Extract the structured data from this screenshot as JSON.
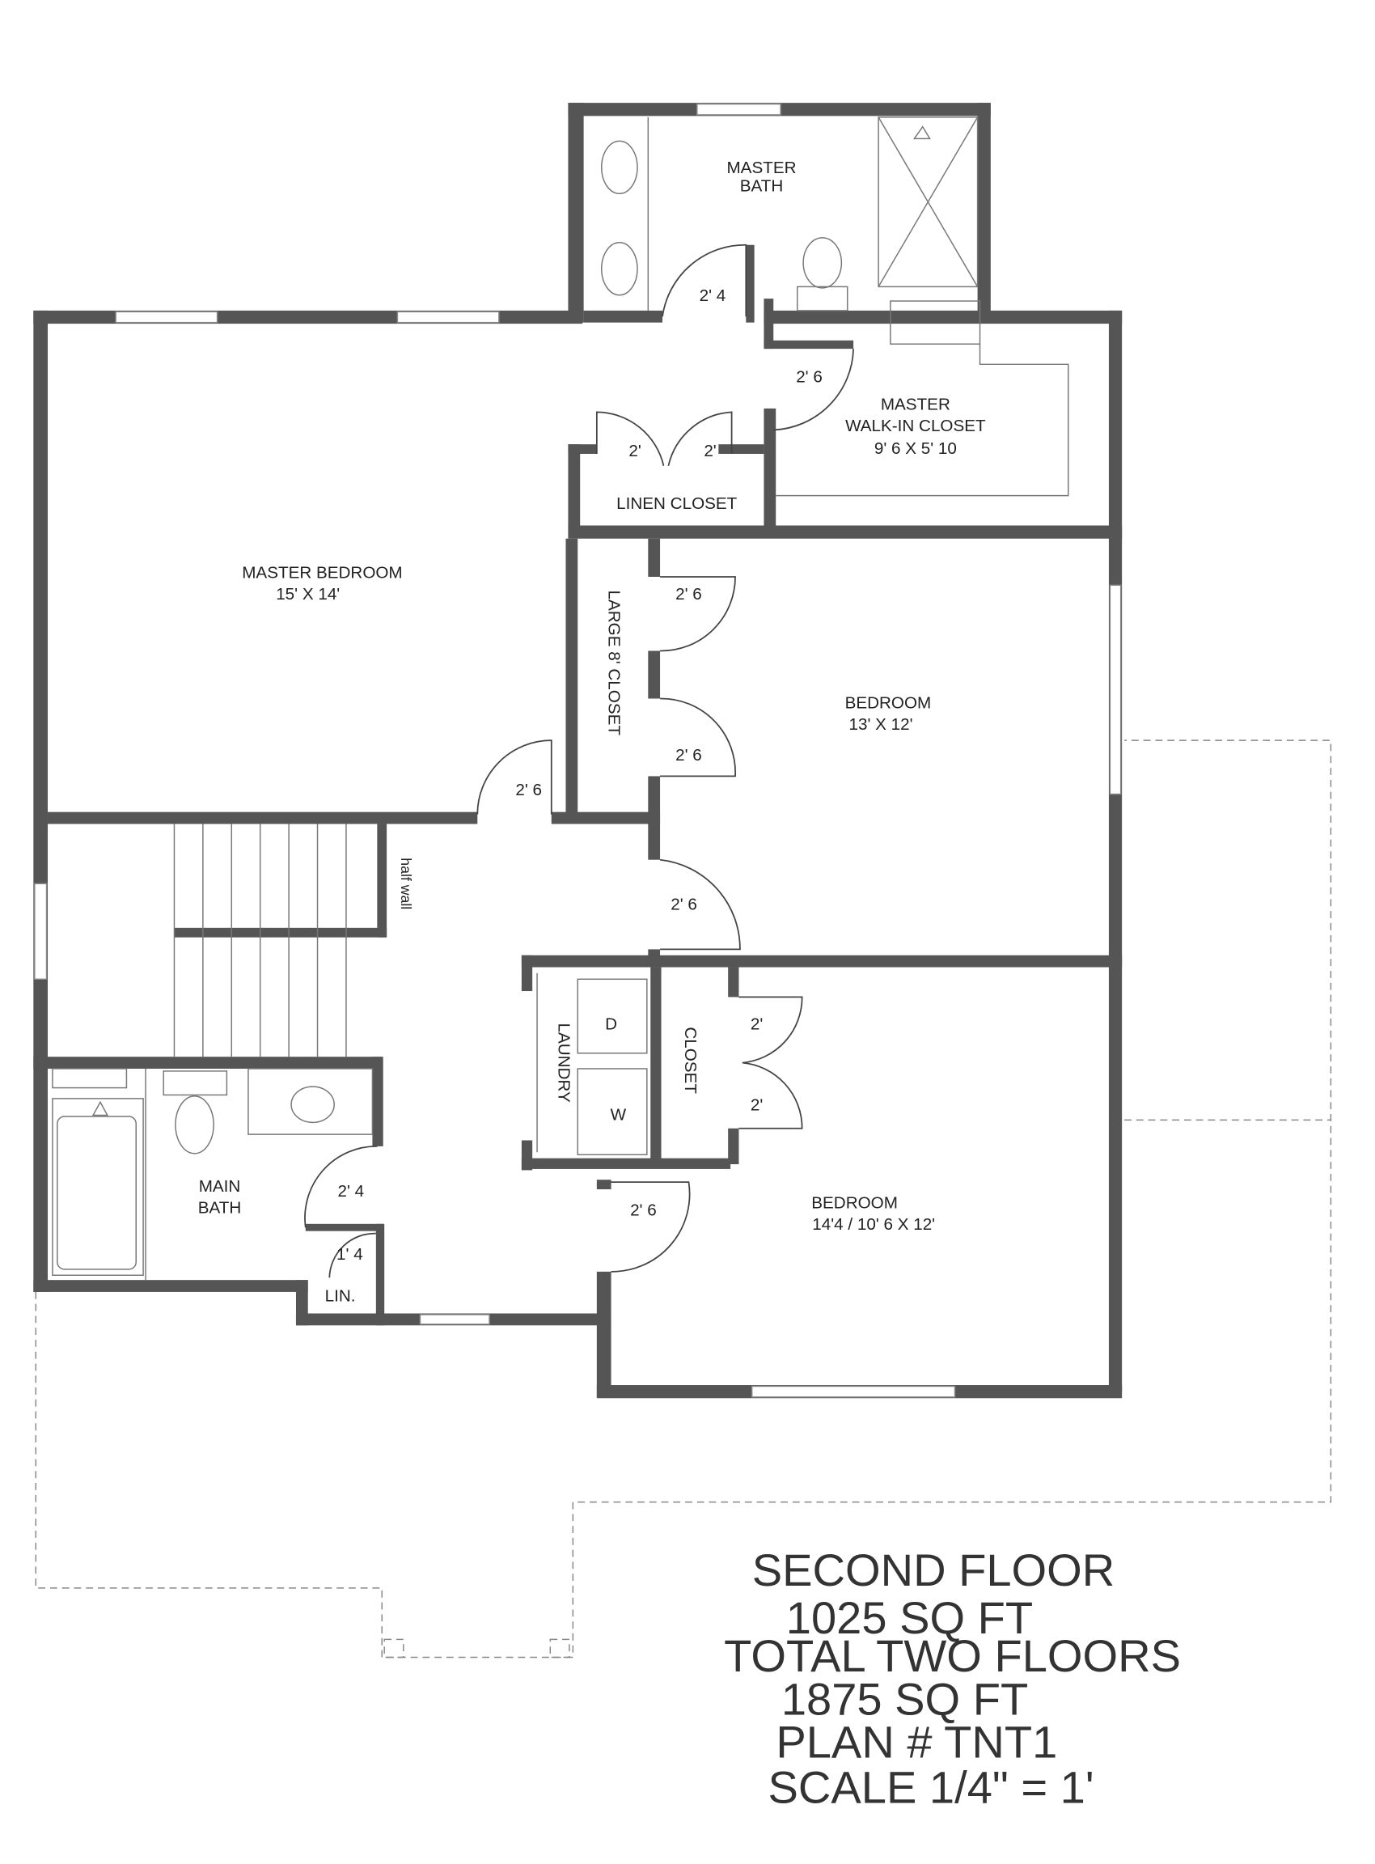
{
  "rooms": {
    "master_bath": [
      "MASTER",
      "BATH"
    ],
    "master_closet": [
      "MASTER",
      "WALK-IN CLOSET",
      "9' 6 X 5' 10"
    ],
    "linen_closet": "LINEN CLOSET",
    "master_bedroom": [
      "MASTER BEDROOM",
      "15' X 14'"
    ],
    "large_closet": "LARGE 8' CLOSET",
    "bedroom1": [
      "BEDROOM",
      "13' X 12'"
    ],
    "half_wall": "half wall",
    "laundry": "LAUNDRY",
    "closet": "CLOSET",
    "bedroom2": [
      "BEDROOM",
      "14'4 / 10' 6 X 12'"
    ],
    "main_bath": [
      "MAIN",
      "BATH"
    ],
    "lin": "LIN.",
    "dryer": "D",
    "washer": "W"
  },
  "doors": {
    "master_bath": "2' 4",
    "master_closet": "2' 6",
    "linen_left": "2'",
    "linen_right": "2'",
    "large_closet_top": "2' 6",
    "large_closet_bottom": "2' 6",
    "master_bedroom": "2' 6",
    "bedroom1": "2' 6",
    "closet_top": "2'",
    "closet_bottom": "2'",
    "bedroom2": "2' 6",
    "main_bath": "2' 4",
    "lin": "1' 4"
  },
  "title_block": [
    "SECOND FLOOR",
    "1025 SQ FT",
    "TOTAL TWO FLOORS",
    "1875 SQ FT",
    "PLAN # TNT1",
    "SCALE 1/4\" = 1'"
  ]
}
